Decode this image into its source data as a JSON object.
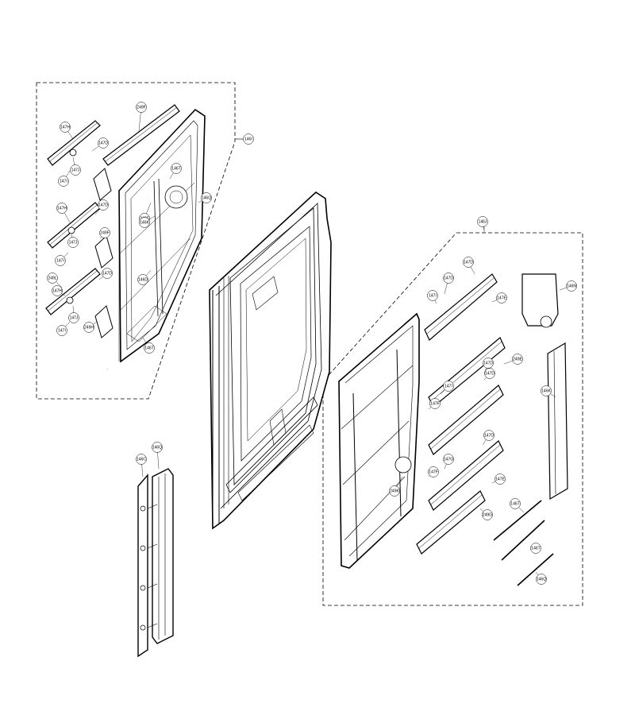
{
  "callouts": [
    {
      "label": "147H"
    },
    {
      "label": "147D"
    },
    {
      "label": "147J"
    },
    {
      "label": "147I"
    },
    {
      "label": "249F"
    },
    {
      "label": "146I"
    },
    {
      "label": "147H"
    },
    {
      "label": "147D"
    },
    {
      "label": "249F"
    },
    {
      "label": "147J"
    },
    {
      "label": "147I"
    },
    {
      "label": "249L"
    },
    {
      "label": "147H"
    },
    {
      "label": "147D"
    },
    {
      "label": "147J"
    },
    {
      "label": "147I"
    },
    {
      "label": "249H"
    },
    {
      "label": "146T"
    },
    {
      "label": "249F"
    },
    {
      "label": "146T"
    },
    {
      "label": "146Q"
    },
    {
      "label": "146K"
    },
    {
      "label": "146D"
    },
    {
      "label": "146J"
    },
    {
      "label": "147D"
    },
    {
      "label": "147D"
    },
    {
      "label": "147I"
    },
    {
      "label": "147E"
    },
    {
      "label": "146N"
    },
    {
      "label": "249E"
    },
    {
      "label": "147D"
    },
    {
      "label": "147D"
    },
    {
      "label": "147I"
    },
    {
      "label": "147F"
    },
    {
      "label": "146K"
    },
    {
      "label": "147D"
    },
    {
      "label": "147G"
    },
    {
      "label": "147F"
    },
    {
      "label": "147E"
    },
    {
      "label": "249K"
    },
    {
      "label": "249G"
    },
    {
      "label": "146T"
    },
    {
      "label": "146T"
    },
    {
      "label": "146Q"
    },
    {
      "label": "146C"
    },
    {
      "label": "146Q"
    }
  ]
}
